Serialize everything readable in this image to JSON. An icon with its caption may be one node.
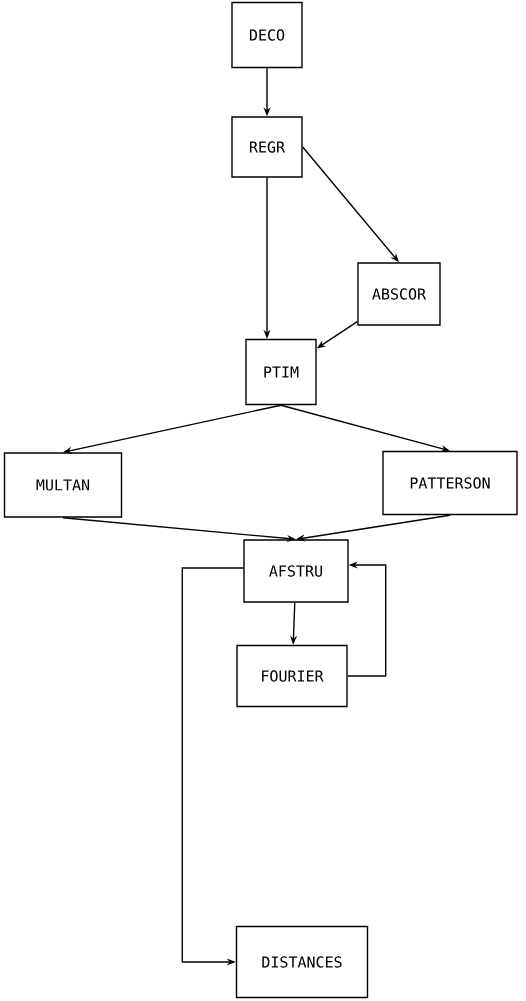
{
  "diagram": {
    "nodes": [
      {
        "text": [
          "DECO"
        ]
      },
      {
        "text": [
          "REGR"
        ]
      },
      {
        "text": [
          "ABSCOR"
        ]
      },
      {
        "text": [
          "PTIM"
        ]
      },
      {
        "text": [
          "MULTAN"
        ]
      },
      {
        "text": [
          "PATTERSON"
        ]
      },
      {
        "text": [
          "AFSTRU"
        ]
      },
      {
        "text": [
          "FOURIER"
        ]
      },
      {
        "text": [
          "DISTANCES"
        ]
      }
    ],
    "edges": [
      {
        "from": 0,
        "to": 1,
        "arrow": "to"
      },
      {
        "from": 1,
        "to": 2,
        "arrow": "to"
      },
      {
        "from": 1,
        "to": 3,
        "arrow": "to"
      },
      {
        "from": 2,
        "to": 3,
        "arrow": "to"
      },
      {
        "from": 3,
        "to": 4,
        "arrow": "to"
      },
      {
        "from": 3,
        "to": 5,
        "arrow": "to"
      },
      {
        "from": 4,
        "to": 6,
        "arrow": "to"
      },
      {
        "from": 5,
        "to": 6,
        "arrow": "to"
      },
      {
        "from": 6,
        "to": 7,
        "arrow": "to"
      },
      {
        "from": 7,
        "to": 6,
        "arrow": "to"
      },
      {
        "from": 6,
        "to": 8,
        "arrow": "to"
      }
    ]
  }
}
